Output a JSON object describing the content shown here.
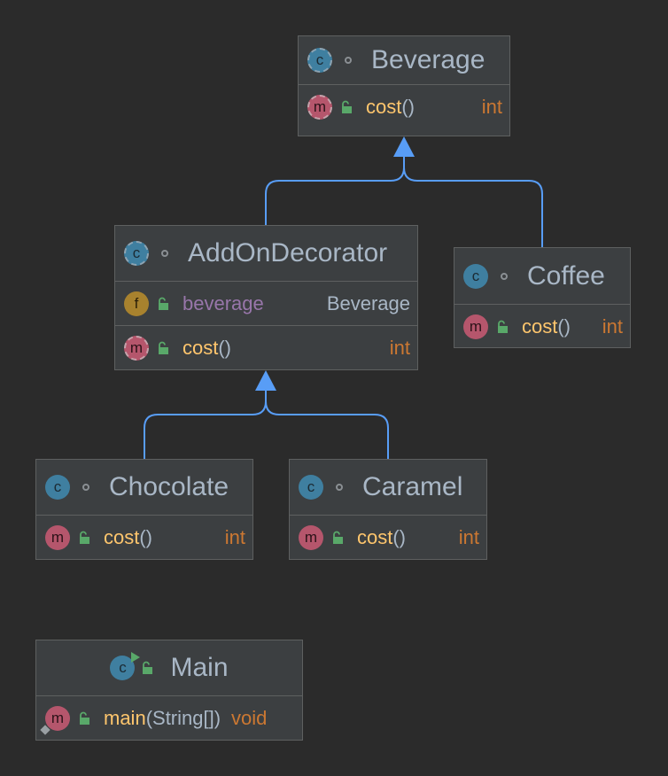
{
  "colors": {
    "background": "#2b2b2b",
    "node_fill": "#3c3f41",
    "node_border": "#5e6060",
    "edge": "#589df6",
    "method_name": "#ffc66d",
    "field_name": "#9876aa",
    "return_type": "#cc7832",
    "text": "#a9b7c6"
  },
  "nodes": {
    "beverage": {
      "icon": "abstract-class-icon",
      "icon_letter": "c",
      "name": "Beverage",
      "methods": [
        {
          "icon": "abstract-method-icon",
          "icon_letter": "m",
          "name": "cost",
          "params": "()",
          "type": "int"
        }
      ]
    },
    "addon": {
      "icon": "abstract-class-icon",
      "icon_letter": "c",
      "name": "AddOnDecorator",
      "fields": [
        {
          "icon": "field-icon",
          "icon_letter": "f",
          "name": "beverage",
          "type": "Beverage"
        }
      ],
      "methods": [
        {
          "icon": "abstract-method-icon",
          "icon_letter": "m",
          "name": "cost",
          "params": "()",
          "type": "int"
        }
      ]
    },
    "coffee": {
      "icon": "class-icon",
      "icon_letter": "c",
      "name": "Coffee",
      "methods": [
        {
          "icon": "method-icon",
          "icon_letter": "m",
          "name": "cost",
          "params": "()",
          "type": "int"
        }
      ]
    },
    "chocolate": {
      "icon": "class-icon",
      "icon_letter": "c",
      "name": "Chocolate",
      "methods": [
        {
          "icon": "method-icon",
          "icon_letter": "m",
          "name": "cost",
          "params": "()",
          "type": "int"
        }
      ]
    },
    "caramel": {
      "icon": "class-icon",
      "icon_letter": "c",
      "name": "Caramel",
      "methods": [
        {
          "icon": "method-icon",
          "icon_letter": "m",
          "name": "cost",
          "params": "()",
          "type": "int"
        }
      ]
    },
    "main": {
      "icon": "runnable-class-icon",
      "icon_letter": "c",
      "name": "Main",
      "methods": [
        {
          "icon": "static-method-icon",
          "icon_letter": "m",
          "name": "main",
          "params": "(String[])",
          "type": "void"
        }
      ]
    }
  },
  "edges": [
    {
      "from": "AddOnDecorator",
      "to": "Beverage",
      "kind": "extends"
    },
    {
      "from": "Coffee",
      "to": "Beverage",
      "kind": "extends"
    },
    {
      "from": "Chocolate",
      "to": "AddOnDecorator",
      "kind": "extends"
    },
    {
      "from": "Caramel",
      "to": "AddOnDecorator",
      "kind": "extends"
    }
  ]
}
